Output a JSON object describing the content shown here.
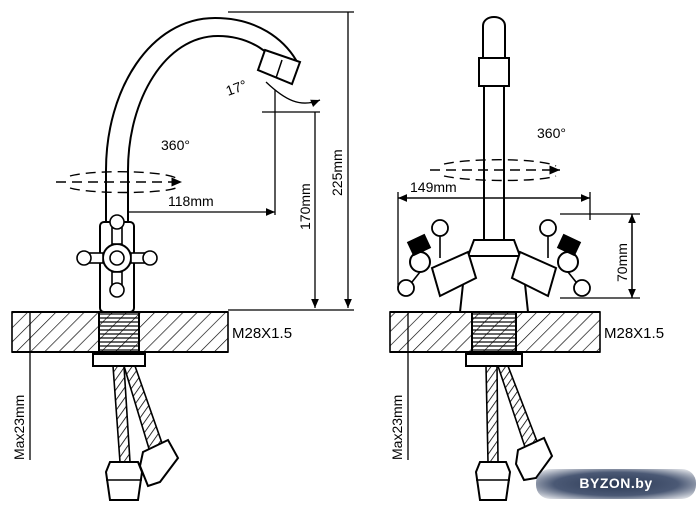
{
  "left_view": {
    "rotation_label": "360°",
    "spout_angle_label": "17°",
    "reach_label": "118mm",
    "spout_height_label": "170mm",
    "total_height_label": "225mm",
    "thread_label": "M28X1.5",
    "max_thickness_label": "Max23mm"
  },
  "right_view": {
    "rotation_label": "360°",
    "width_label": "149mm",
    "handle_height_label": "70mm",
    "thread_label": "M28X1.5",
    "max_thickness_label": "Max23mm"
  },
  "watermark": {
    "text": "BYZON.by"
  }
}
